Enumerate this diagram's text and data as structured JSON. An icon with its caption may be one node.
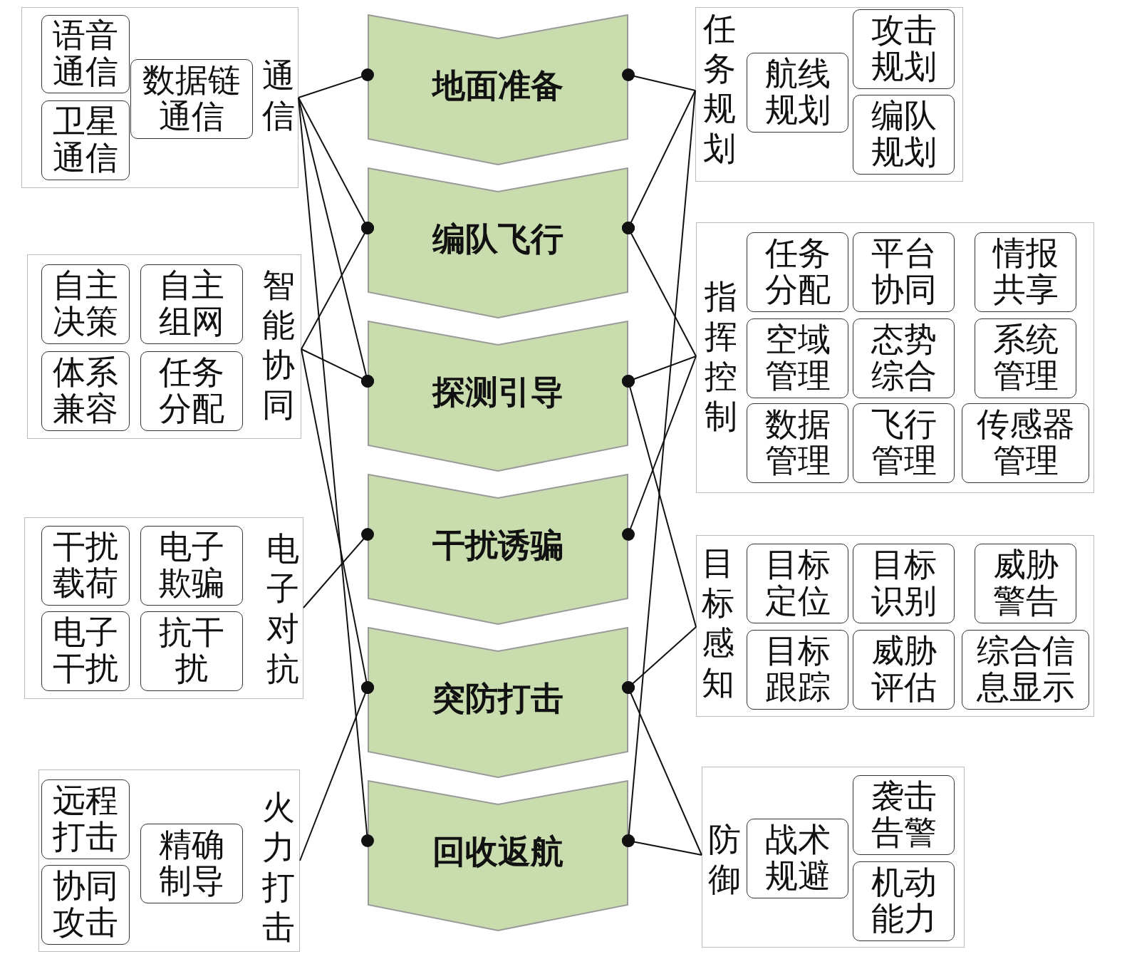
{
  "diagram": {
    "nodes": [
      {
        "text": [
          "通信"
        ]
      },
      {
        "text": [
          "语音通信"
        ],
        "in": 0
      },
      {
        "text": [
          "卫星通信"
        ],
        "in": 0
      },
      {
        "text": [
          "数据链通信"
        ],
        "in": 0
      },
      {
        "text": [
          "智能协同"
        ]
      },
      {
        "text": [
          "自主决策"
        ],
        "in": 4
      },
      {
        "text": [
          "自主组网"
        ],
        "in": 4
      },
      {
        "text": [
          "体系兼容"
        ],
        "in": 4
      },
      {
        "text": [
          "任务分配"
        ],
        "in": 4
      },
      {
        "text": [
          "电子对抗"
        ]
      },
      {
        "text": [
          "干扰载荷"
        ],
        "in": 9
      },
      {
        "text": [
          "电子欺骗"
        ],
        "in": 9
      },
      {
        "text": [
          "电子干扰"
        ],
        "in": 9
      },
      {
        "text": [
          "抗干扰"
        ],
        "in": 9
      },
      {
        "text": [
          "火力打击"
        ]
      },
      {
        "text": [
          "远程打击"
        ],
        "in": 14
      },
      {
        "text": [
          "协同攻击"
        ],
        "in": 14
      },
      {
        "text": [
          "精确制导"
        ],
        "in": 14
      },
      {
        "text": [
          "地面准备"
        ]
      },
      {
        "text": [
          "编队飞行"
        ]
      },
      {
        "text": [
          "探测引导"
        ]
      },
      {
        "text": [
          "干扰诱骗"
        ]
      },
      {
        "text": [
          "突防打击"
        ]
      },
      {
        "text": [
          "回收返航"
        ]
      },
      {
        "text": [
          "任务规划"
        ]
      },
      {
        "text": [
          "航线规划"
        ],
        "in": 24
      },
      {
        "text": [
          "攻击规划"
        ],
        "in": 24
      },
      {
        "text": [
          "编队规划"
        ],
        "in": 24
      },
      {
        "text": [
          "指挥控制"
        ]
      },
      {
        "text": [
          "任务分配"
        ],
        "in": 28
      },
      {
        "text": [
          "平台协同"
        ],
        "in": 28
      },
      {
        "text": [
          "情报共享"
        ],
        "in": 28
      },
      {
        "text": [
          "空域管理"
        ],
        "in": 28
      },
      {
        "text": [
          "态势综合"
        ],
        "in": 28
      },
      {
        "text": [
          "系统管理"
        ],
        "in": 28
      },
      {
        "text": [
          "数据管理"
        ],
        "in": 28
      },
      {
        "text": [
          "飞行管理"
        ],
        "in": 28
      },
      {
        "text": [
          "传感器管理"
        ],
        "in": 28
      },
      {
        "text": [
          "目标感知"
        ]
      },
      {
        "text": [
          "目标定位"
        ],
        "in": 38
      },
      {
        "text": [
          "目标识别"
        ],
        "in": 38
      },
      {
        "text": [
          "威胁警告"
        ],
        "in": 38
      },
      {
        "text": [
          "目标跟踪"
        ],
        "in": 38
      },
      {
        "text": [
          "威胁评估"
        ],
        "in": 38
      },
      {
        "text": [
          "综合信息显示"
        ],
        "in": 38
      },
      {
        "text": [
          "防御"
        ]
      },
      {
        "text": [
          "战术规避"
        ],
        "in": 45
      },
      {
        "text": [
          "袭击告警"
        ],
        "in": 45
      },
      {
        "text": [
          "机动能力"
        ],
        "in": 45
      }
    ],
    "edges": [
      {
        "from": 0,
        "to": 18,
        "arrow": "other"
      },
      {
        "from": 0,
        "to": 19,
        "arrow": "other"
      },
      {
        "from": 0,
        "to": 20,
        "arrow": "other"
      },
      {
        "from": 0,
        "to": 23,
        "arrow": "other"
      },
      {
        "from": 4,
        "to": 19,
        "arrow": "other"
      },
      {
        "from": 4,
        "to": 20,
        "arrow": "other"
      },
      {
        "from": 4,
        "to": 22,
        "arrow": "other"
      },
      {
        "from": 9,
        "to": 21,
        "arrow": "other"
      },
      {
        "from": 14,
        "to": 22,
        "arrow": "other"
      },
      {
        "from": 24,
        "to": 18,
        "arrow": "other"
      },
      {
        "from": 24,
        "to": 19,
        "arrow": "other"
      },
      {
        "from": 24,
        "to": 23,
        "arrow": "other"
      },
      {
        "from": 28,
        "to": 19,
        "arrow": "other"
      },
      {
        "from": 28,
        "to": 20,
        "arrow": "other"
      },
      {
        "from": 28,
        "to": 21,
        "arrow": "other"
      },
      {
        "from": 38,
        "to": 20,
        "arrow": "other"
      },
      {
        "from": 38,
        "to": 22,
        "arrow": "other"
      },
      {
        "from": 45,
        "to": 22,
        "arrow": "other"
      },
      {
        "from": 45,
        "to": 23,
        "arrow": "other"
      }
    ]
  }
}
